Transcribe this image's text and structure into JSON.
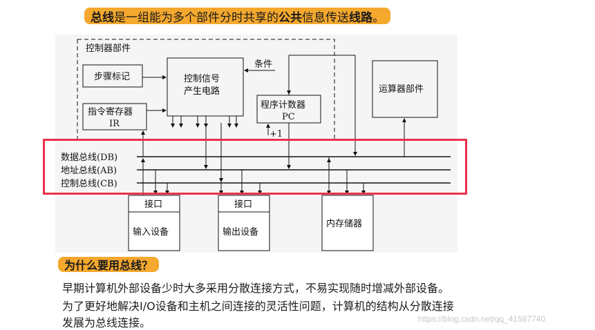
{
  "title": {
    "w1": "总线",
    "t1": "是一组能为多个部件分时共享的",
    "w2": "公共",
    "t2": "信息传送",
    "w3": "线路",
    "t3": "。"
  },
  "diagram": {
    "controller_label": "控制器部件",
    "step_counter": "步骤标记",
    "ctrl_signal_line1": "控制信号",
    "ctrl_signal_line2": "产生电路",
    "condition": "条件",
    "ir_line1": "指令寄存器",
    "ir_line2": "IR",
    "pc_line1": "程序计数器",
    "pc_line2": "PC",
    "plus_one": "+1",
    "alu": "运算器部件",
    "data_bus": "数据总线(DB)",
    "addr_bus": "地址总线(AB)",
    "ctrl_bus": "控制总线(CB)",
    "interface1": "接口",
    "input_device": "输入设备",
    "interface2": "接口",
    "output_device": "输出设备",
    "memory": "内存储器"
  },
  "question": "为什么要用总线？",
  "paragraphs": [
    "早期计算机外部设备少时大多采用分散连接方式，不易实现随时增减外部设备。",
    "为了更好地解决I/O设备和主机之间连接的灵活性问题，计算机的结构从分散连接",
    "发展为总线连接。"
  ],
  "watermark": "https://blog.csdn.net/qq_41587740",
  "colors": {
    "accent": "#f4a82e",
    "highlight": "#e8314a"
  }
}
